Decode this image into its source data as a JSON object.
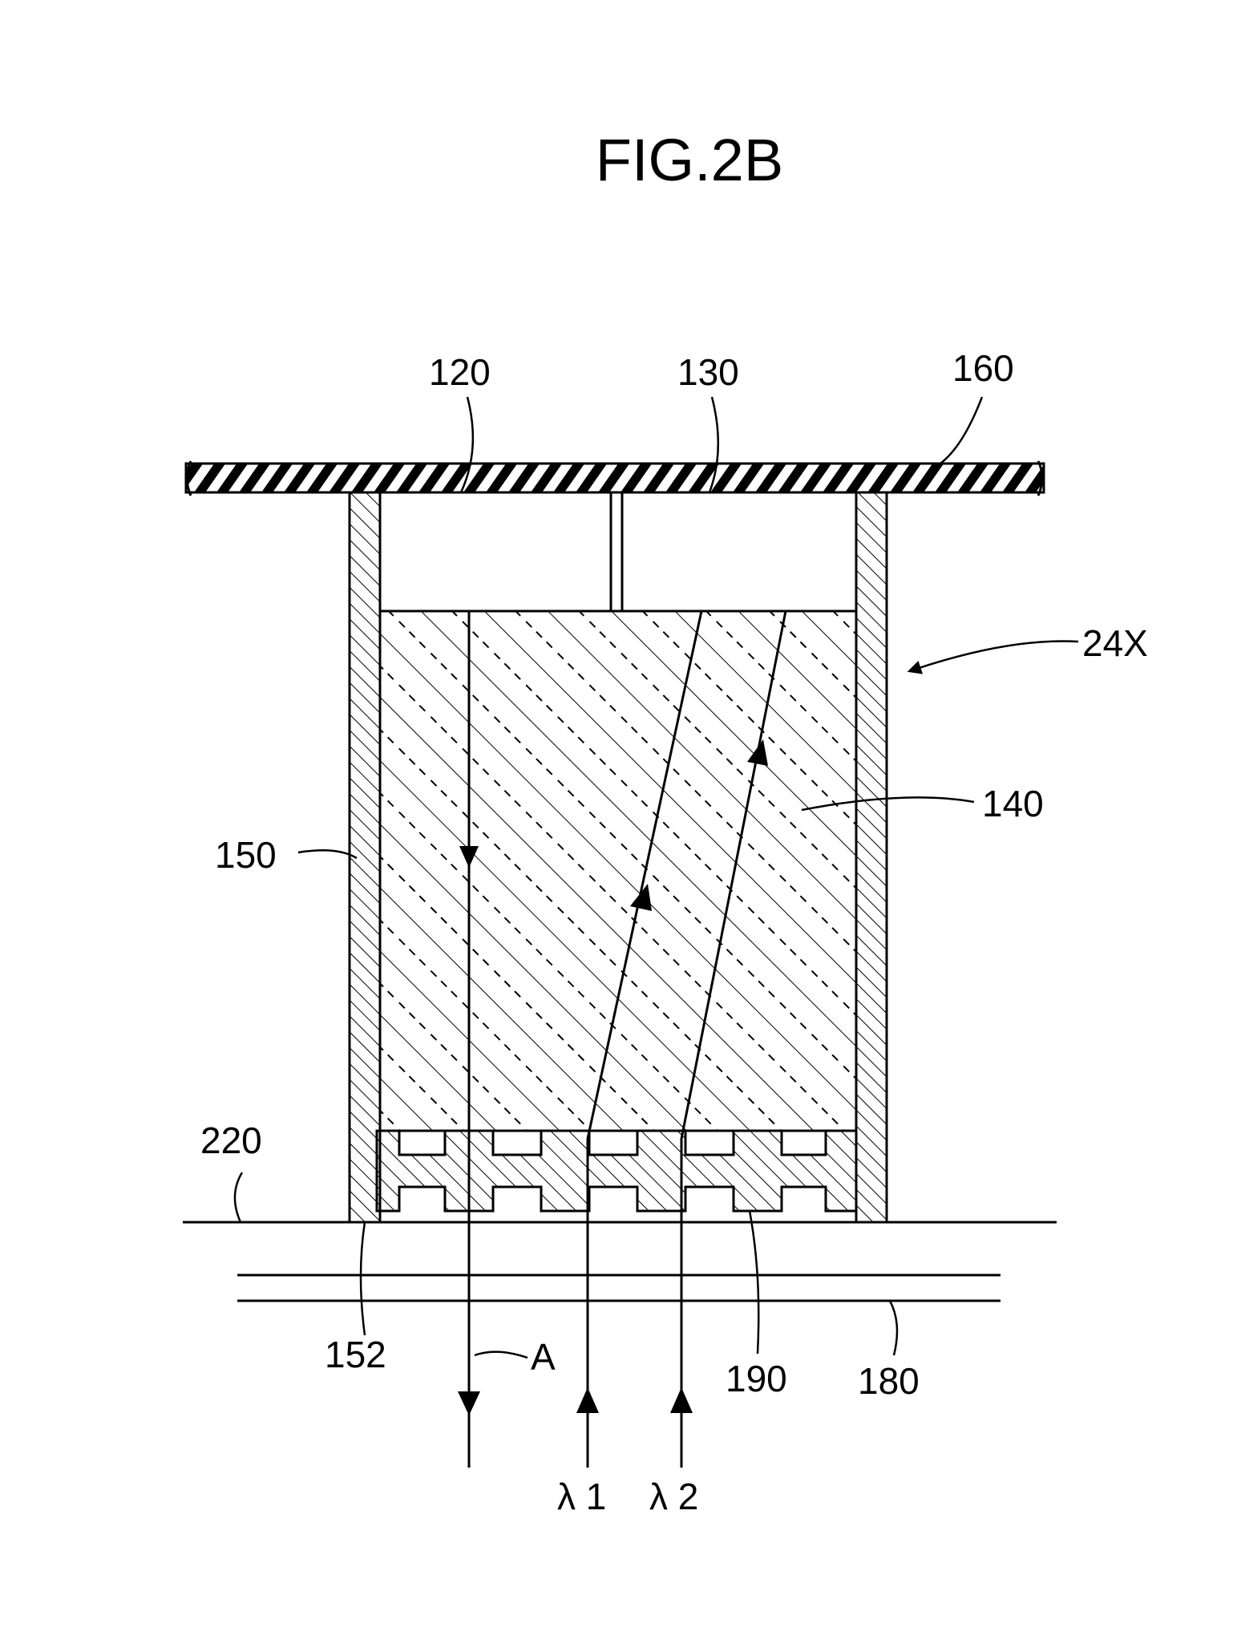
{
  "figure": {
    "title": "FIG.2B",
    "labels": {
      "l120": "120",
      "l130": "130",
      "l160": "160",
      "l24x": "24X",
      "l140": "140",
      "l150": "150",
      "l220": "220",
      "l152": "152",
      "la": "A",
      "l190": "190",
      "l180": "180",
      "lam1": "λ 1",
      "lam2": "λ 2"
    }
  }
}
